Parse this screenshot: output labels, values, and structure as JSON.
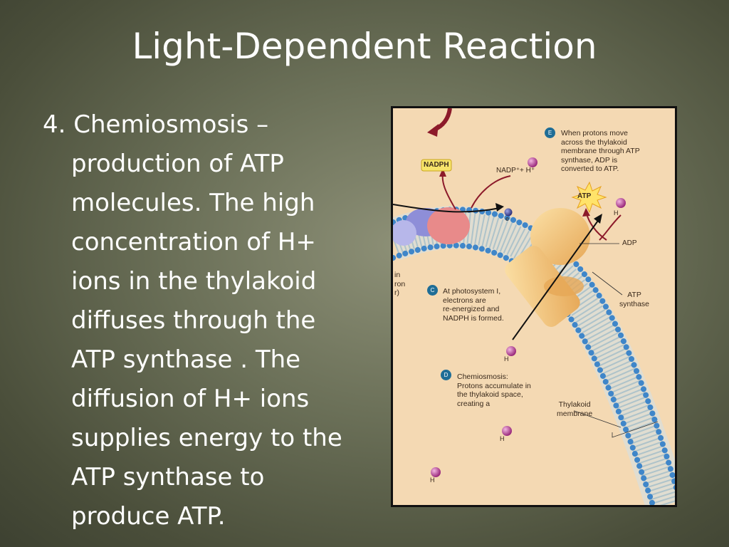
{
  "slide": {
    "title": "Light-Dependent Reaction",
    "body_lines": [
      "4.  Chemiosmosis –",
      "production of ATP",
      "molecules.  The high",
      "concentration of H+",
      "ions in the thylakoid",
      "diffuses through the",
      "ATP synthase .  The",
      "diffusion of H+ ions",
      "supplies energy to the",
      "ATP synthase to",
      "produce ATP."
    ]
  },
  "figure": {
    "badge_e": "E",
    "label_e": [
      "When protons move",
      "across the thylakoid",
      "membrane through ATP",
      "synthase, ADP is",
      "converted to ATP."
    ],
    "nadph": "NADPH",
    "nadp": "NADP⁺+ H⁺",
    "atp": "ATP",
    "adp": "ADP",
    "h": "H",
    "e": "e",
    "badge_c": "C",
    "label_c": [
      "At photosystem I,",
      "electrons are",
      "re-energized and",
      "NADPH is formed."
    ],
    "left_cut": [
      "in",
      "ron",
      "r)"
    ],
    "atp_synthase": [
      "ATP",
      "synthase"
    ],
    "badge_d": "D",
    "label_d": [
      "Chemiosmosis:",
      "Protons accumulate in",
      "the thylakoid space,",
      "creating a"
    ],
    "thylakoid_membrane": [
      "Thylakoid",
      "membrane"
    ],
    "colors": {
      "background": "#6b7058",
      "figure_bg": "#f4d9b3",
      "badge": "#1f6d96",
      "proton": "#b83a94",
      "membrane_bead": "#4a8fcf"
    }
  }
}
